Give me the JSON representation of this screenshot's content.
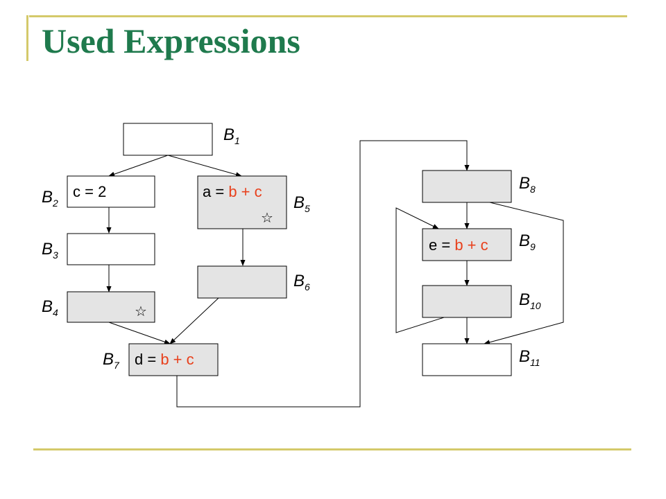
{
  "title": "Used Expressions",
  "colors": {
    "title": "#1f7a4d",
    "accent_rule": "#d4c96a",
    "expr_highlight": "#e8401c",
    "shaded_block": "#e4e4e4",
    "plain_block": "#ffffff"
  },
  "blocks": {
    "b1": {
      "label": "B",
      "sub": "1"
    },
    "b2": {
      "label": "B",
      "sub": "2",
      "stmt": {
        "lhs": "c = 2"
      }
    },
    "b3": {
      "label": "B",
      "sub": "3"
    },
    "b4": {
      "label": "B",
      "sub": "4",
      "mark": "☆"
    },
    "b5": {
      "label": "B",
      "sub": "5",
      "stmt": {
        "lhs": "a = ",
        "expr": "b + c"
      },
      "mark": "☆"
    },
    "b6": {
      "label": "B",
      "sub": "6"
    },
    "b7": {
      "label": "B",
      "sub": "7",
      "stmt": {
        "lhs": "d = ",
        "expr": "b + c"
      }
    },
    "b8": {
      "label": "B",
      "sub": "8"
    },
    "b9": {
      "label": "B",
      "sub": "9",
      "stmt": {
        "lhs": "e = ",
        "expr": "b + c"
      }
    },
    "b10": {
      "label": "B",
      "sub": "10"
    },
    "b11": {
      "label": "B",
      "sub": "11"
    }
  },
  "shaded": [
    "b4",
    "b5",
    "b6",
    "b7",
    "b8",
    "b9",
    "b10"
  ],
  "edges": [
    [
      "b1",
      "b2"
    ],
    [
      "b1",
      "b5"
    ],
    [
      "b2",
      "b3"
    ],
    [
      "b3",
      "b4"
    ],
    [
      "b4",
      "b7"
    ],
    [
      "b5",
      "b6"
    ],
    [
      "b6",
      "b7"
    ],
    [
      "b7",
      "b8"
    ],
    [
      "b8",
      "b9"
    ],
    [
      "b9",
      "b10"
    ],
    [
      "b10",
      "b11"
    ],
    [
      "b10",
      "b9"
    ],
    [
      "b8",
      "b11"
    ]
  ]
}
